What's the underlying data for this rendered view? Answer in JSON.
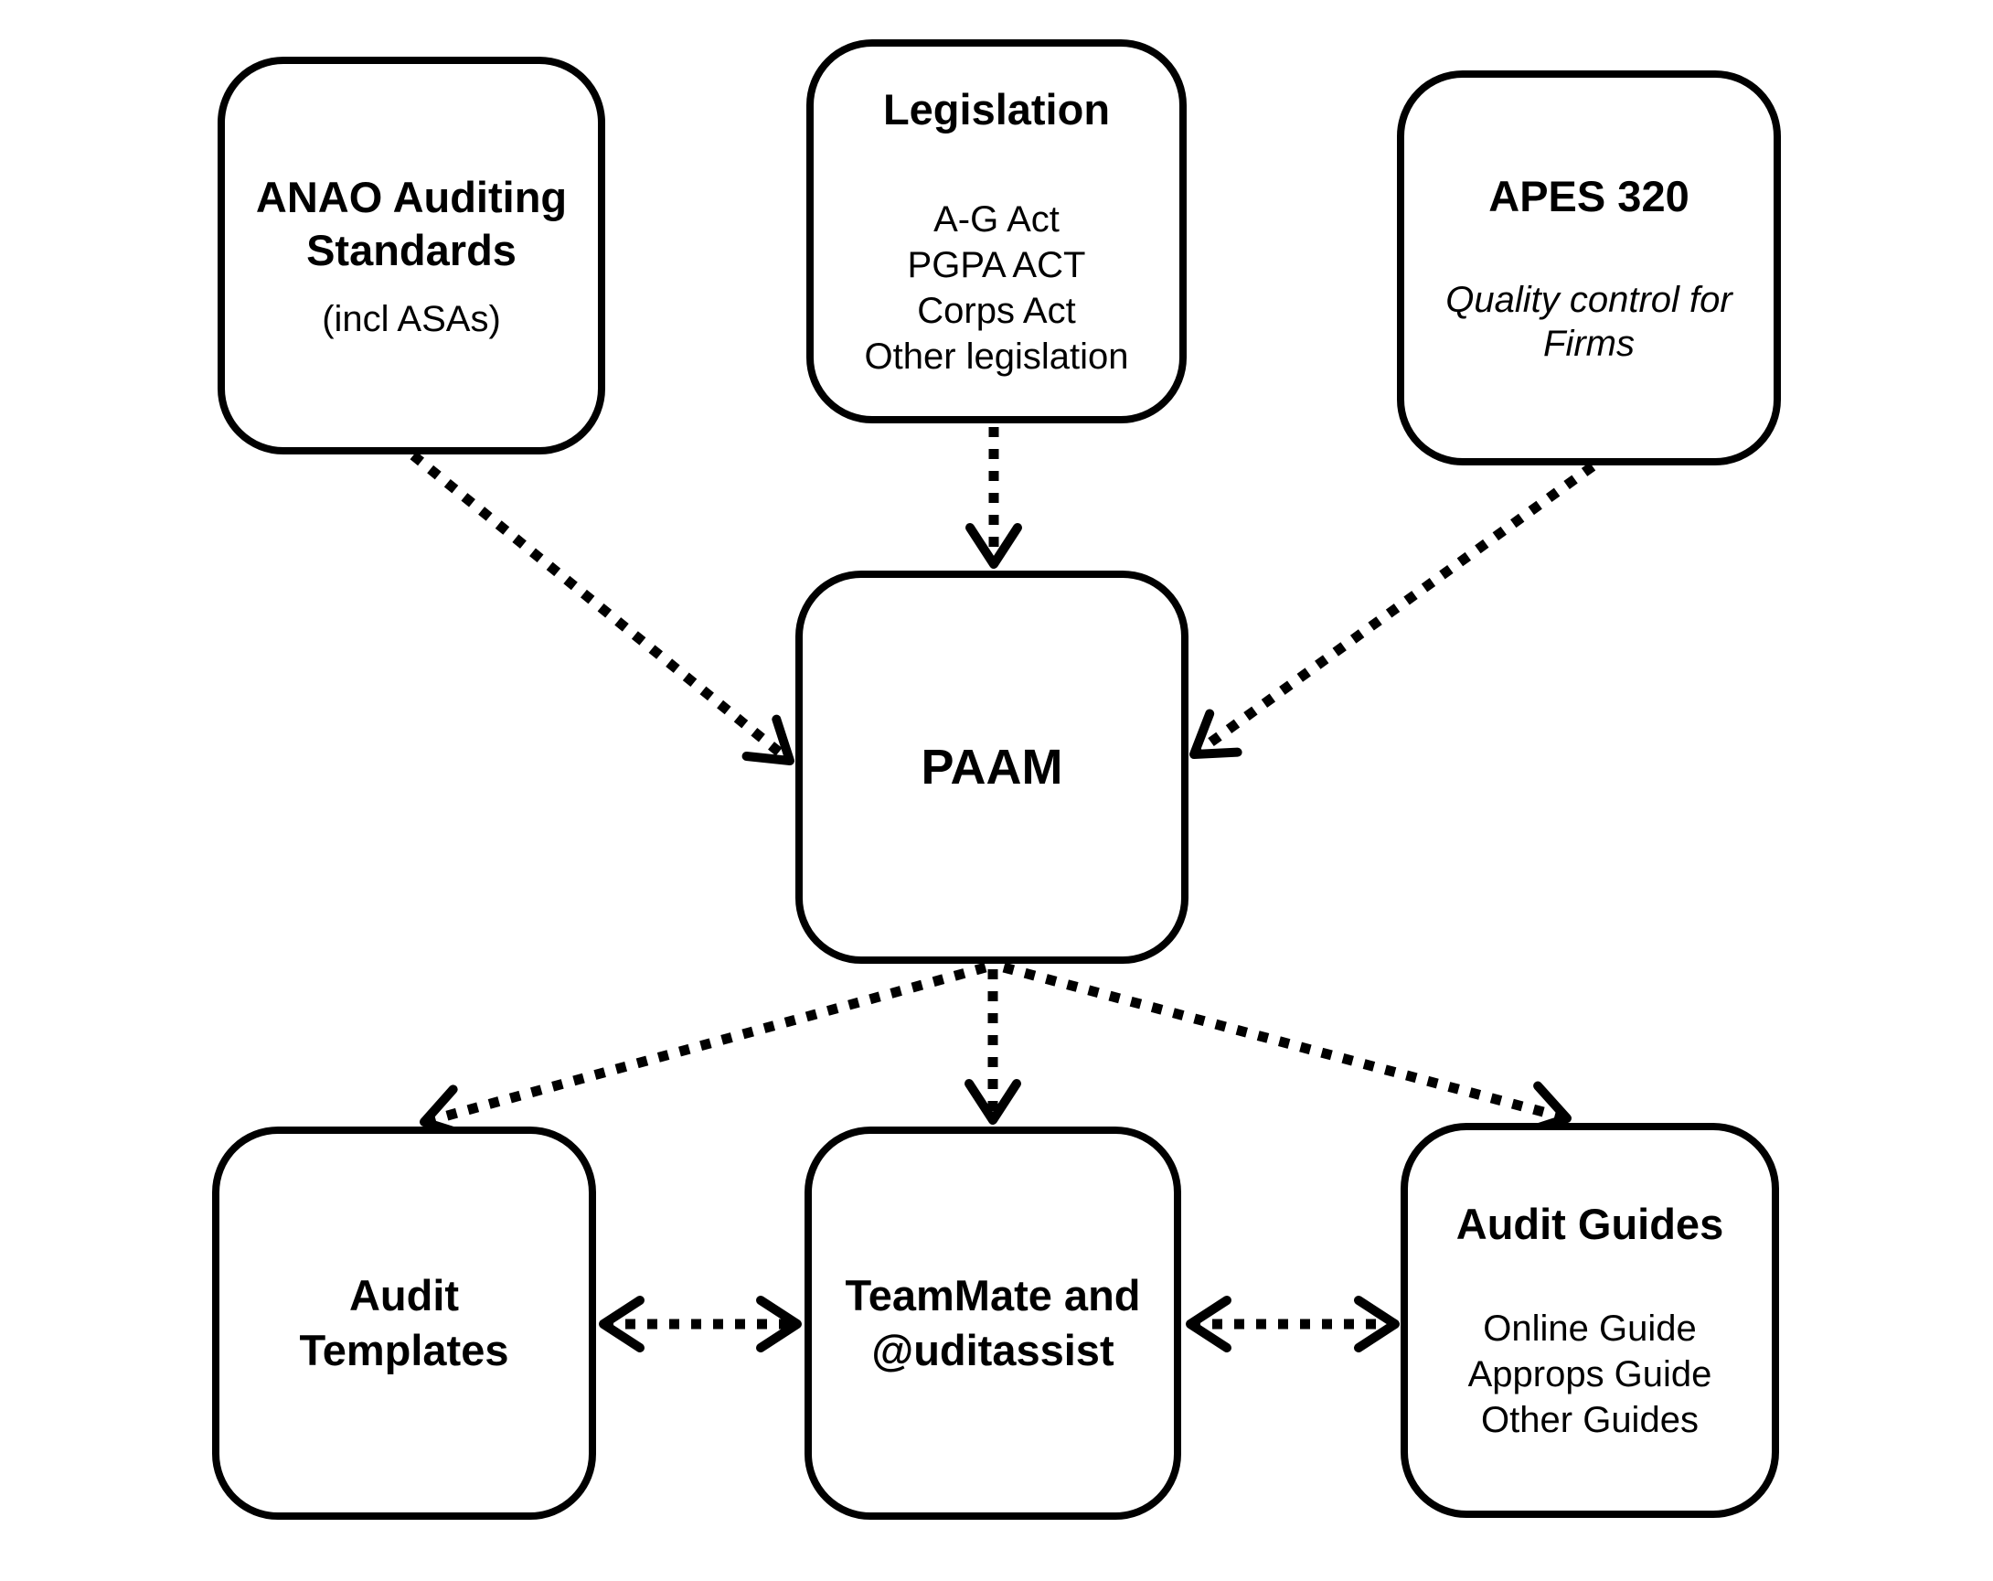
{
  "diagram": {
    "colors": {
      "ink": "#000000",
      "background": "#ffffff"
    },
    "nodes": {
      "anao": {
        "title_lines": [
          "ANAO Auditing",
          "Standards"
        ],
        "subtitle": "(incl ASAs)"
      },
      "legislation": {
        "title": "Legislation",
        "items": [
          "A-G Act",
          "PGPA ACT",
          "Corps Act",
          "Other legislation"
        ]
      },
      "apes": {
        "title": "APES 320",
        "subtitle_lines": [
          "Quality control for",
          "Firms"
        ]
      },
      "paam": {
        "title": "PAAM"
      },
      "templates": {
        "title_lines": [
          "Audit",
          "Templates"
        ]
      },
      "teammate": {
        "title_lines": [
          "TeamMate and",
          "@uditassist"
        ]
      },
      "guides": {
        "title": "Audit Guides",
        "items": [
          "Online Guide",
          "Approps Guide",
          "Other Guides"
        ]
      }
    },
    "edges": [
      {
        "id": "anao-to-paam",
        "from": "anao",
        "to": "paam",
        "line": "dotted",
        "arrows": "to"
      },
      {
        "id": "legislation-to-paam",
        "from": "legislation",
        "to": "paam",
        "line": "dotted",
        "arrows": "to"
      },
      {
        "id": "apes-to-paam",
        "from": "apes",
        "to": "paam",
        "line": "dotted",
        "arrows": "to"
      },
      {
        "id": "paam-to-templates",
        "from": "paam",
        "to": "templates",
        "line": "dotted",
        "arrows": "to"
      },
      {
        "id": "paam-to-teammate",
        "from": "paam",
        "to": "teammate",
        "line": "dotted",
        "arrows": "to"
      },
      {
        "id": "paam-to-guides",
        "from": "paam",
        "to": "guides",
        "line": "dotted",
        "arrows": "to"
      },
      {
        "id": "templates-teammate",
        "from": "templates",
        "to": "teammate",
        "line": "dotted",
        "arrows": "both"
      },
      {
        "id": "teammate-guides",
        "from": "teammate",
        "to": "guides",
        "line": "dotted",
        "arrows": "both"
      }
    ]
  }
}
